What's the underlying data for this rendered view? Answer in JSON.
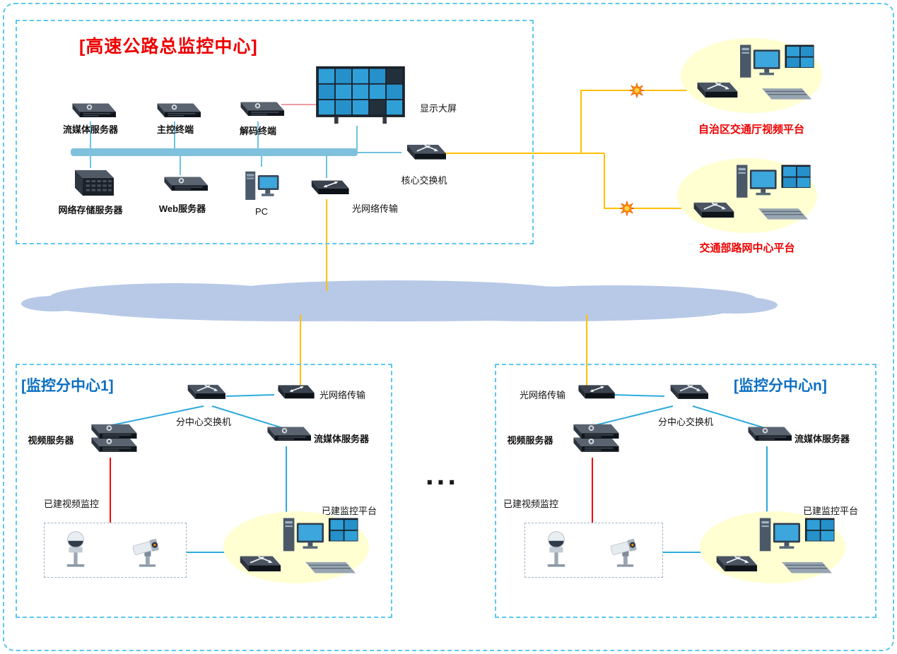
{
  "main_center": {
    "title": "[高速公路总监控中心]",
    "streaming_server": "流媒体服务器",
    "master_terminal": "主控终端",
    "decode_terminal": "解码终端",
    "display_wall": "显示大屏",
    "storage_server": "网络存储服务器",
    "web_server": "Web服务器",
    "pc": "PC",
    "optical": "光网络传输",
    "core_switch": "核心交换机"
  },
  "platforms": {
    "regional_label": "自治区交通厅视频平台",
    "ministry_label": "交通部路网中心平台"
  },
  "subcenter1": {
    "title": "[监控分中心1]",
    "switch": "分中心交换机",
    "optical": "光网络传输",
    "video_server": "视频服务器",
    "streaming_server": "流媒体服务器",
    "existing_cctv": "已建视频监控",
    "existing_platform": "已建监控平台"
  },
  "subcenter_n": {
    "title": "[监控分中心n]",
    "switch": "分中心交换机",
    "optical": "光网络传输",
    "video_server": "视频服务器",
    "streaming_server": "流媒体服务器",
    "existing_cctv": "已建视频监控",
    "existing_platform": "已建监控平台"
  },
  "ellipsis": "...",
  "colors": {
    "title_red": "#ee0000",
    "subcenter_blue": "#0b6fc2",
    "border_dash": "#5ec7ef",
    "ellipse_yellow": "#ffffd2",
    "line_yellow": "#ffc000",
    "line_blue": "#2eaadc",
    "line_red": "#ff0000",
    "cloud": "#b7c9e6",
    "bus": "#7fc0dd"
  }
}
